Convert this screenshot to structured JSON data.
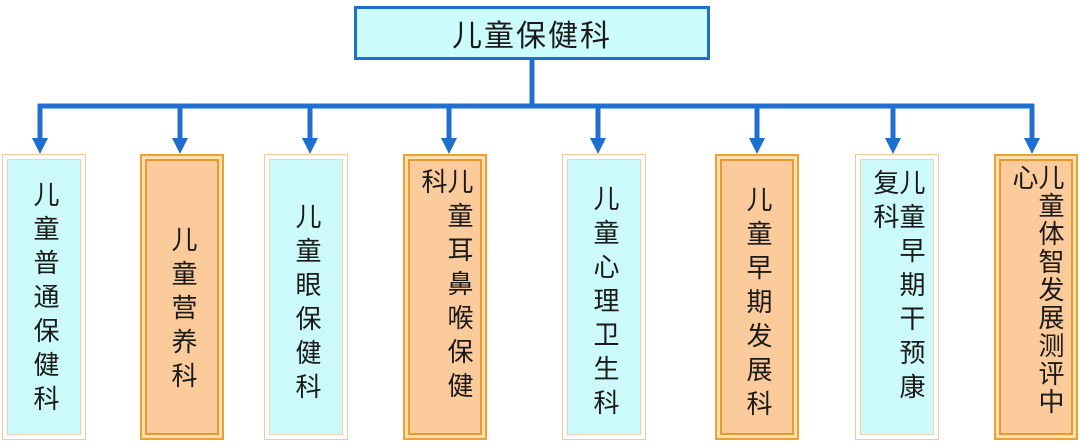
{
  "root": {
    "label": "儿童保健科"
  },
  "children": [
    {
      "label": "儿童普通保健科",
      "style": "cyan"
    },
    {
      "label": "儿童营养科",
      "style": "orange"
    },
    {
      "label": "儿童眼保健科",
      "style": "cyan"
    },
    {
      "label": "儿童耳鼻喉保健科",
      "style": "orange"
    },
    {
      "label": "儿童心理卫生科",
      "style": "cyan"
    },
    {
      "label": "儿童早期发展科",
      "style": "orange"
    },
    {
      "label": "儿童早期干预康复科",
      "style": "cyan"
    },
    {
      "label": "儿童体智发展测评中心",
      "style": "orange"
    }
  ],
  "colors": {
    "connector": "#1f6fd0",
    "cyan_fill": "#ccfafa",
    "orange_fill": "#fbcb9c",
    "orange_border": "#f0a030"
  }
}
